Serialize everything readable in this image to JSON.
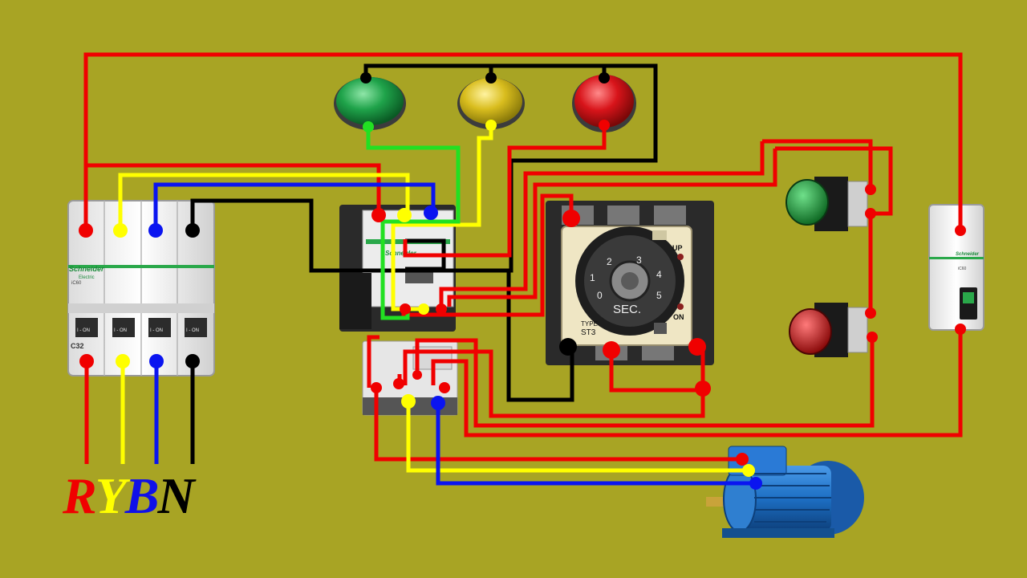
{
  "diagram": {
    "background_color": "#a8a424",
    "wire_colors": {
      "R": "#f00000",
      "Y": "#ffff00",
      "B": "#0a14f0",
      "N": "#000000",
      "green": "#22e022"
    },
    "legend": [
      {
        "letter": "R",
        "color": "#f00000"
      },
      {
        "letter": "Y",
        "color": "#ffff00"
      },
      {
        "letter": "B",
        "color": "#1010e8"
      },
      {
        "letter": "N",
        "color": "#000000"
      }
    ],
    "mcb_4pole": {
      "brand": "Schneider",
      "sub_brand": "Electric",
      "model": "iC60",
      "rating": "C32",
      "switch_label": "I - ON"
    },
    "contactor": {
      "brand": "Schneider"
    },
    "timer": {
      "unit": "SEC.",
      "type_label": "TYPE",
      "model": "ST3",
      "up_label": "UP",
      "on_label": "ON",
      "dial_numbers": [
        "0",
        "1",
        "2",
        "3",
        "4",
        "5"
      ]
    },
    "mcb_1pole": {
      "brand": "Schneider",
      "model": "iC60"
    },
    "indicator_lamps": [
      {
        "name": "green-lamp",
        "color": "#1fa34a"
      },
      {
        "name": "yellow-lamp",
        "color": "#d9bd1e"
      },
      {
        "name": "red-lamp",
        "color": "#d8141a"
      }
    ],
    "push_buttons": [
      {
        "name": "start-button",
        "color": "#1c9c3a"
      },
      {
        "name": "stop-button",
        "color": "#d91c1c"
      }
    ],
    "motor": {
      "body_color": "#1d6fc4"
    }
  }
}
